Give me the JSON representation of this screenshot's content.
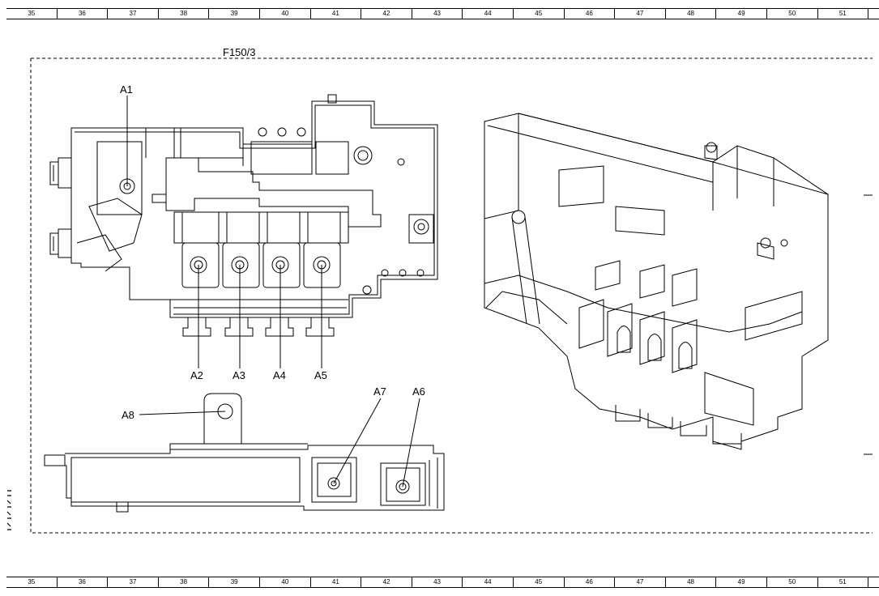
{
  "ruler": {
    "labels": [
      "35",
      "36",
      "37",
      "38",
      "39",
      "40",
      "41",
      "42",
      "43",
      "44",
      "45",
      "46",
      "47",
      "48",
      "49",
      "50",
      "51"
    ]
  },
  "diagram": {
    "title": "F150/3",
    "callouts": {
      "a1": "A1",
      "a2": "A2",
      "a3": "A3",
      "a4": "A4",
      "a5": "A5",
      "a6": "A6",
      "a7": "A7",
      "a8": "A8"
    }
  }
}
